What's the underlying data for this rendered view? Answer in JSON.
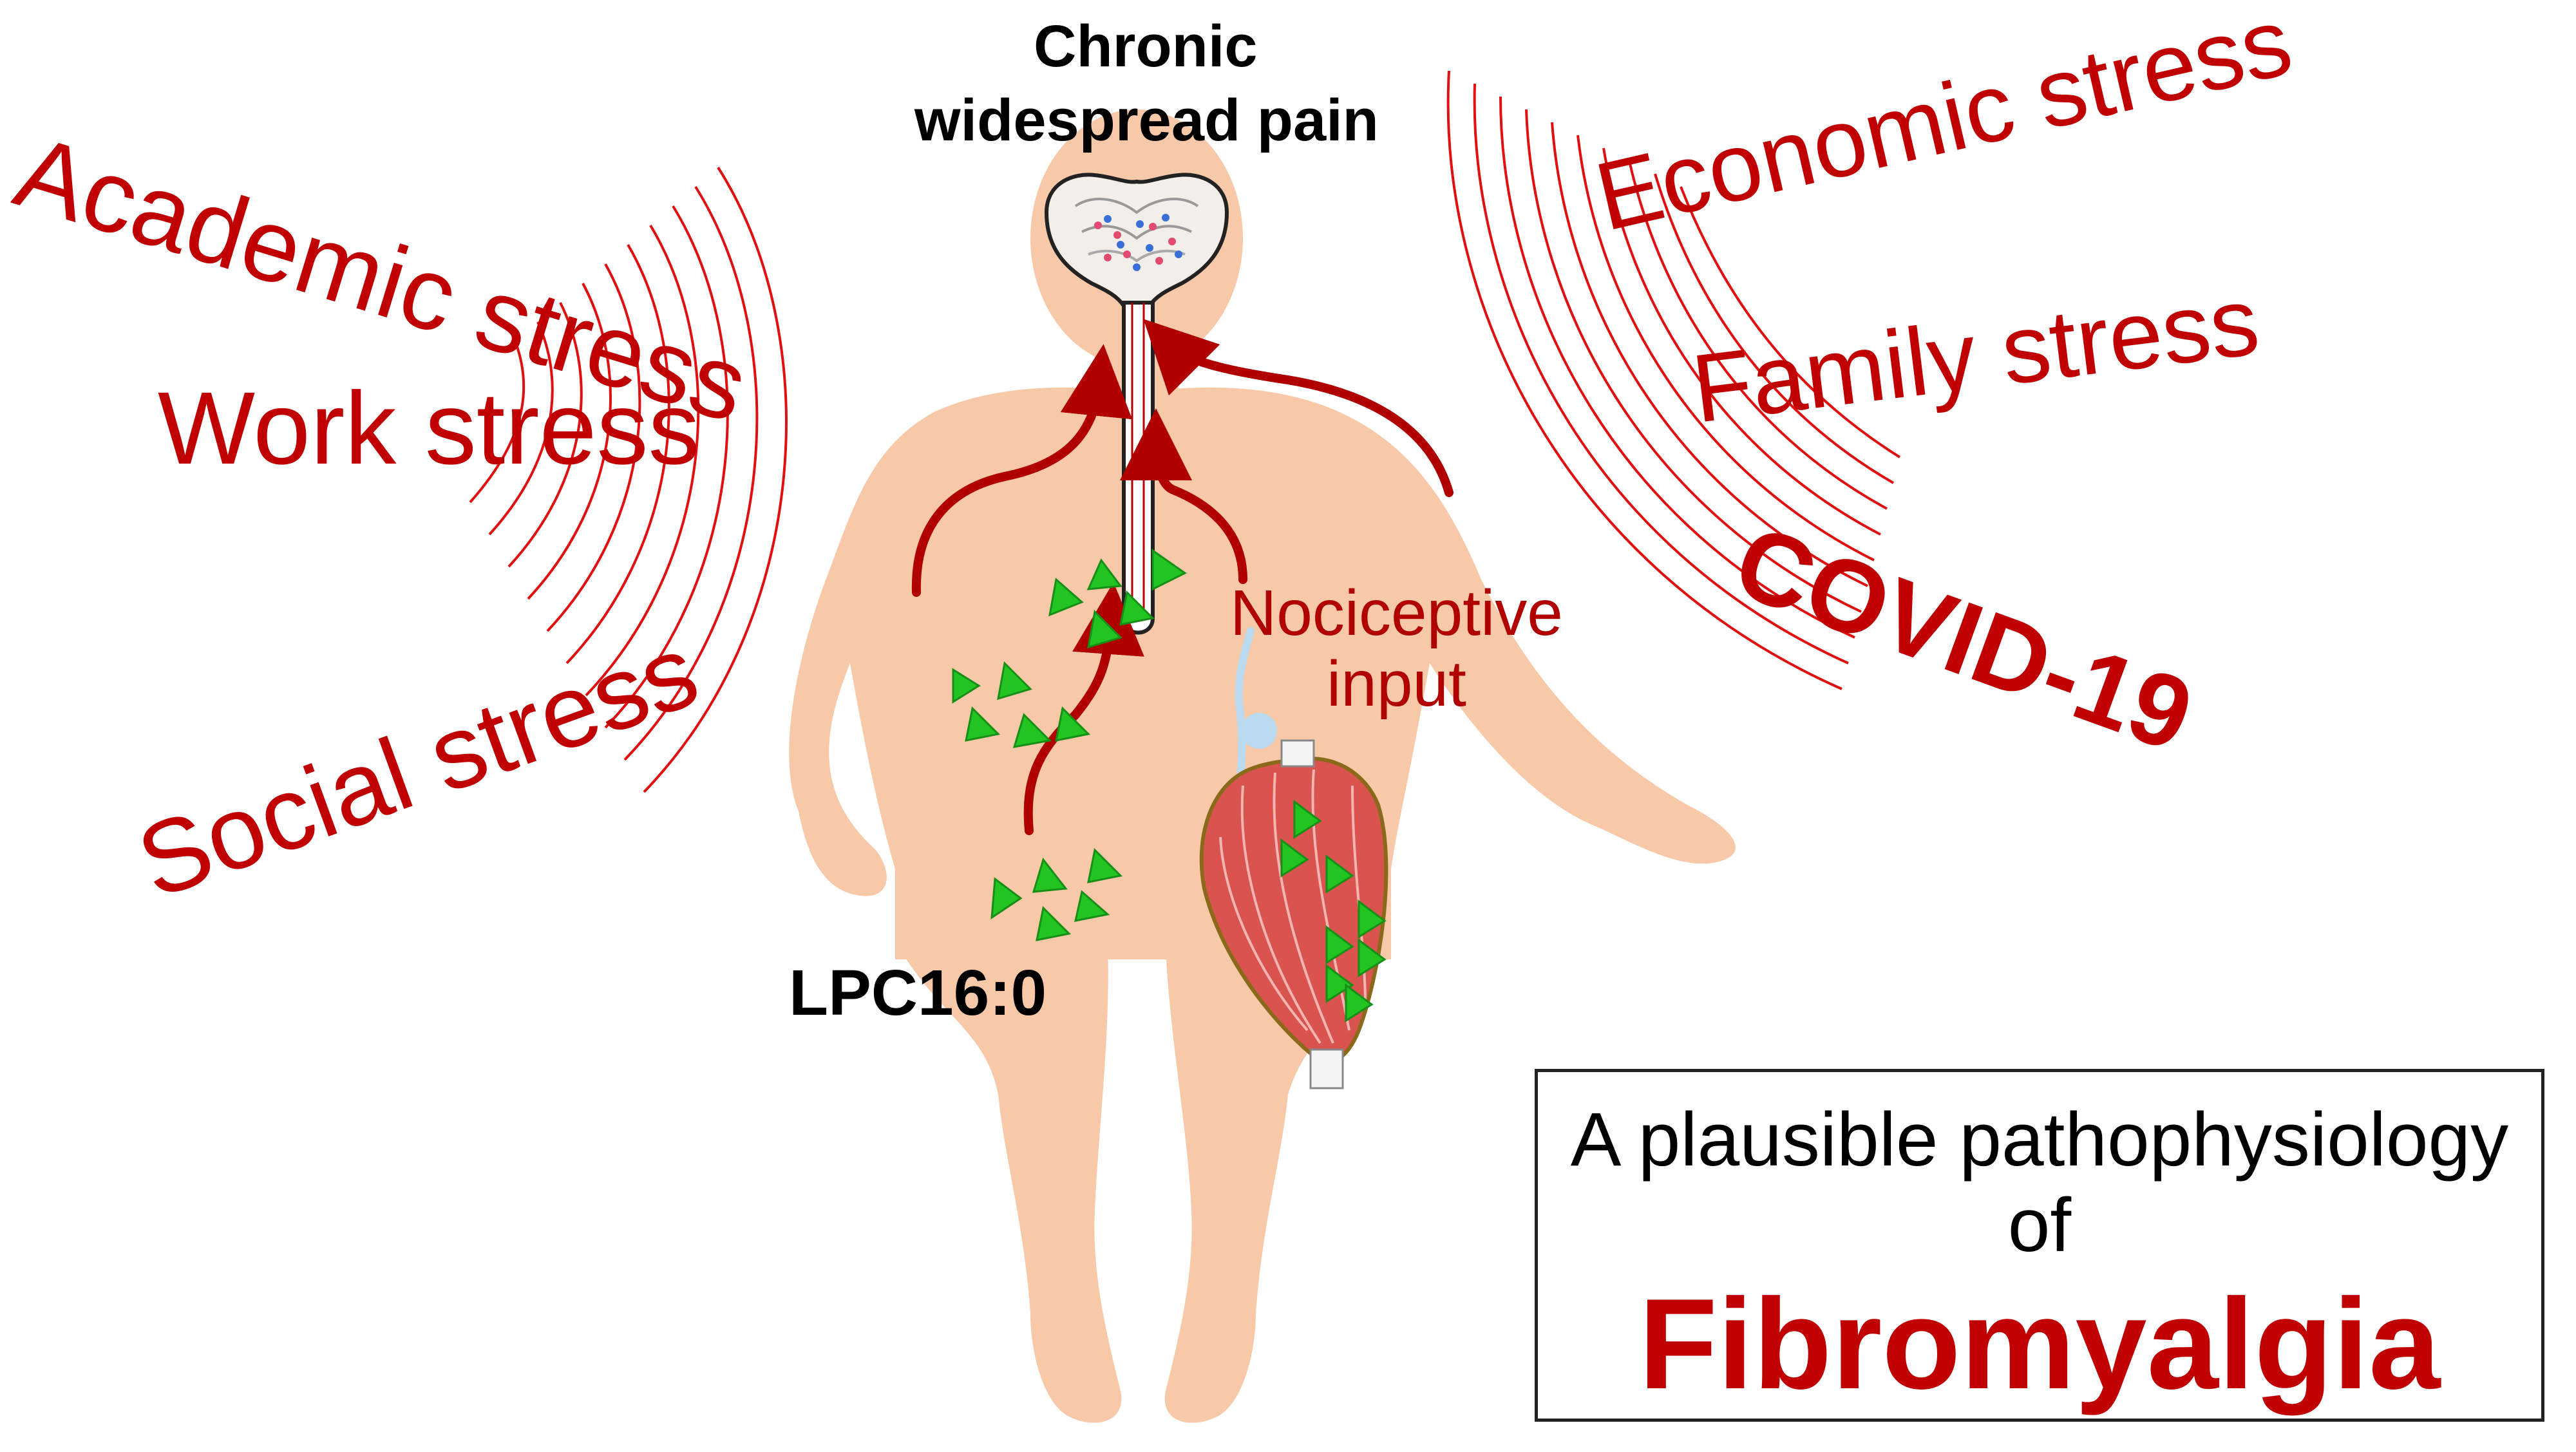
{
  "labels": {
    "title_line1": "Chronic",
    "title_line2": "widespread pain",
    "academic": "Academic stress",
    "work": "Work stress",
    "social": "Social stress",
    "economic": "Economic stress",
    "family": "Family stress",
    "covid": "COVID-19",
    "nociceptive_line1": "Nociceptive",
    "nociceptive_line2": "input",
    "lpc": "LPC16:0"
  },
  "infobox": {
    "line1": "A plausible pathophysiology",
    "line2": "of",
    "line3": "Fibromyalgia"
  },
  "colors": {
    "stress_red": "#c00000",
    "skin": "#f7c9a9",
    "arrow_red": "#b00000",
    "triangle_green": "#22c422",
    "muscle_red": "#d9534f",
    "nerve_blue": "#b9d9ee"
  }
}
